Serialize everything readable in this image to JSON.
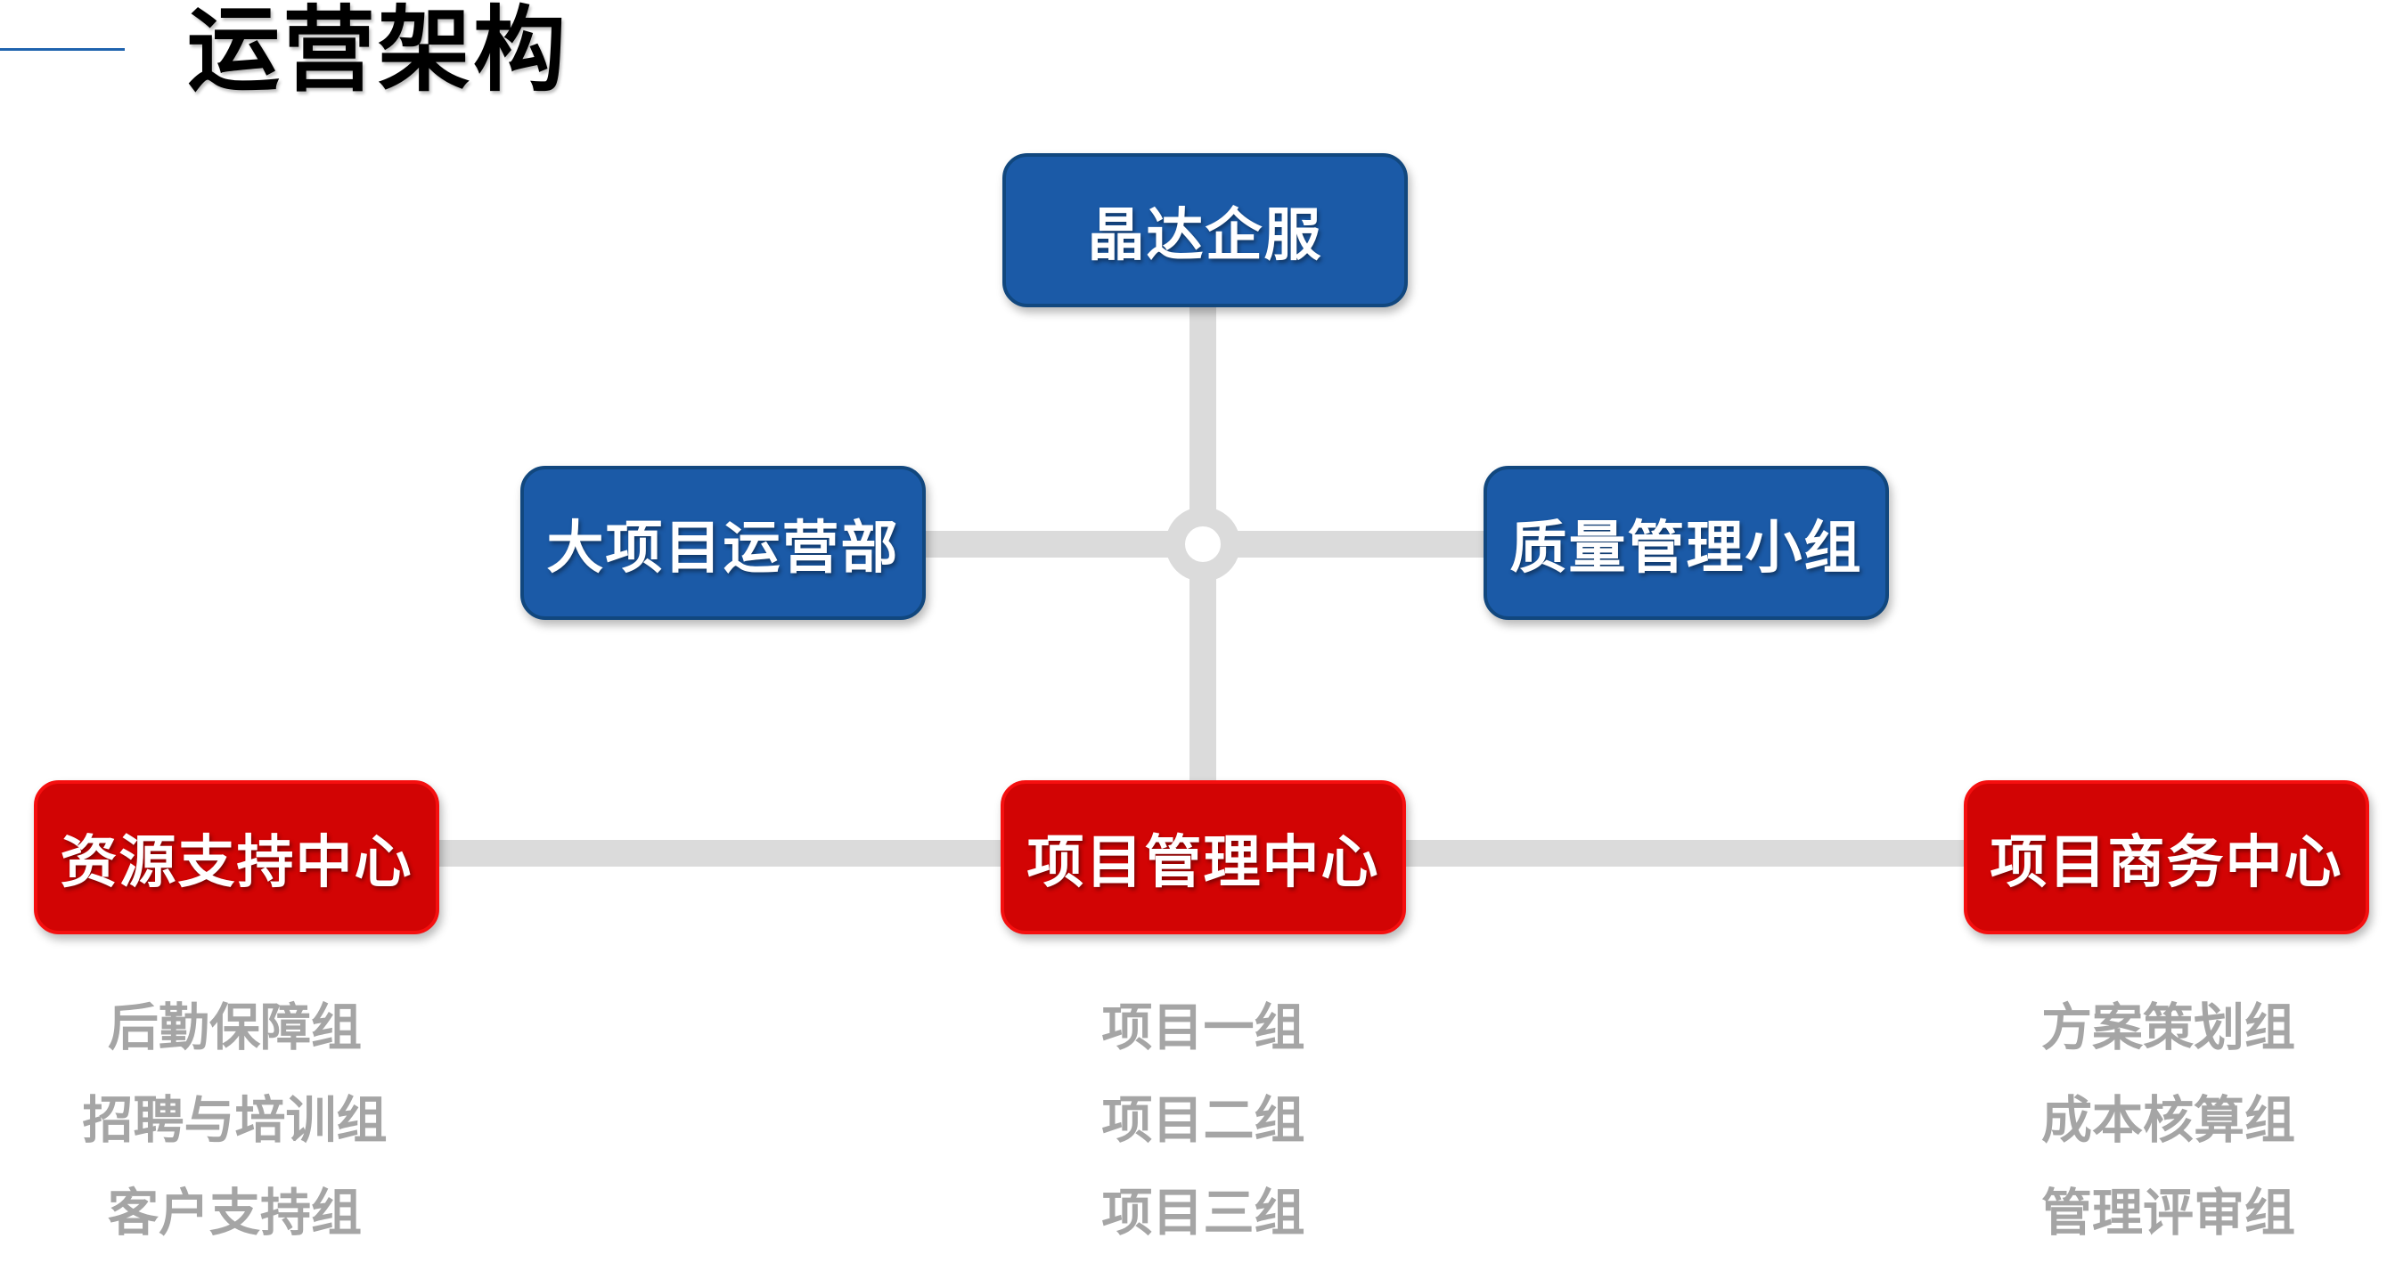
{
  "slide": {
    "title": "运营架构",
    "title_color": "#000000",
    "accent_line_color": "#1F63AE",
    "background_color": "#FFFFFF"
  },
  "org_chart": {
    "connector_color": "#DBDBDB",
    "node_text_color": "#FFFFFF",
    "group_text_color": "#A5A5A5",
    "blue_node_fill": "#1B5AA7",
    "blue_node_border": "#11477E",
    "red_node_fill": "#D20404",
    "red_node_border": "#F50F0F",
    "root": {
      "label": "晶达企服"
    },
    "departments": [
      {
        "label": "大项目运营部"
      },
      {
        "label": "质量管理小组"
      }
    ],
    "centers": [
      {
        "label": "资源支持中心",
        "groups": [
          "后勤保障组",
          "招聘与培训组",
          "客户支持组"
        ]
      },
      {
        "label": "项目管理中心",
        "groups": [
          "项目一组",
          "项目二组",
          "项目三组"
        ]
      },
      {
        "label": "项目商务中心",
        "groups": [
          "方案策划组",
          "成本核算组",
          "管理评审组"
        ]
      }
    ]
  }
}
